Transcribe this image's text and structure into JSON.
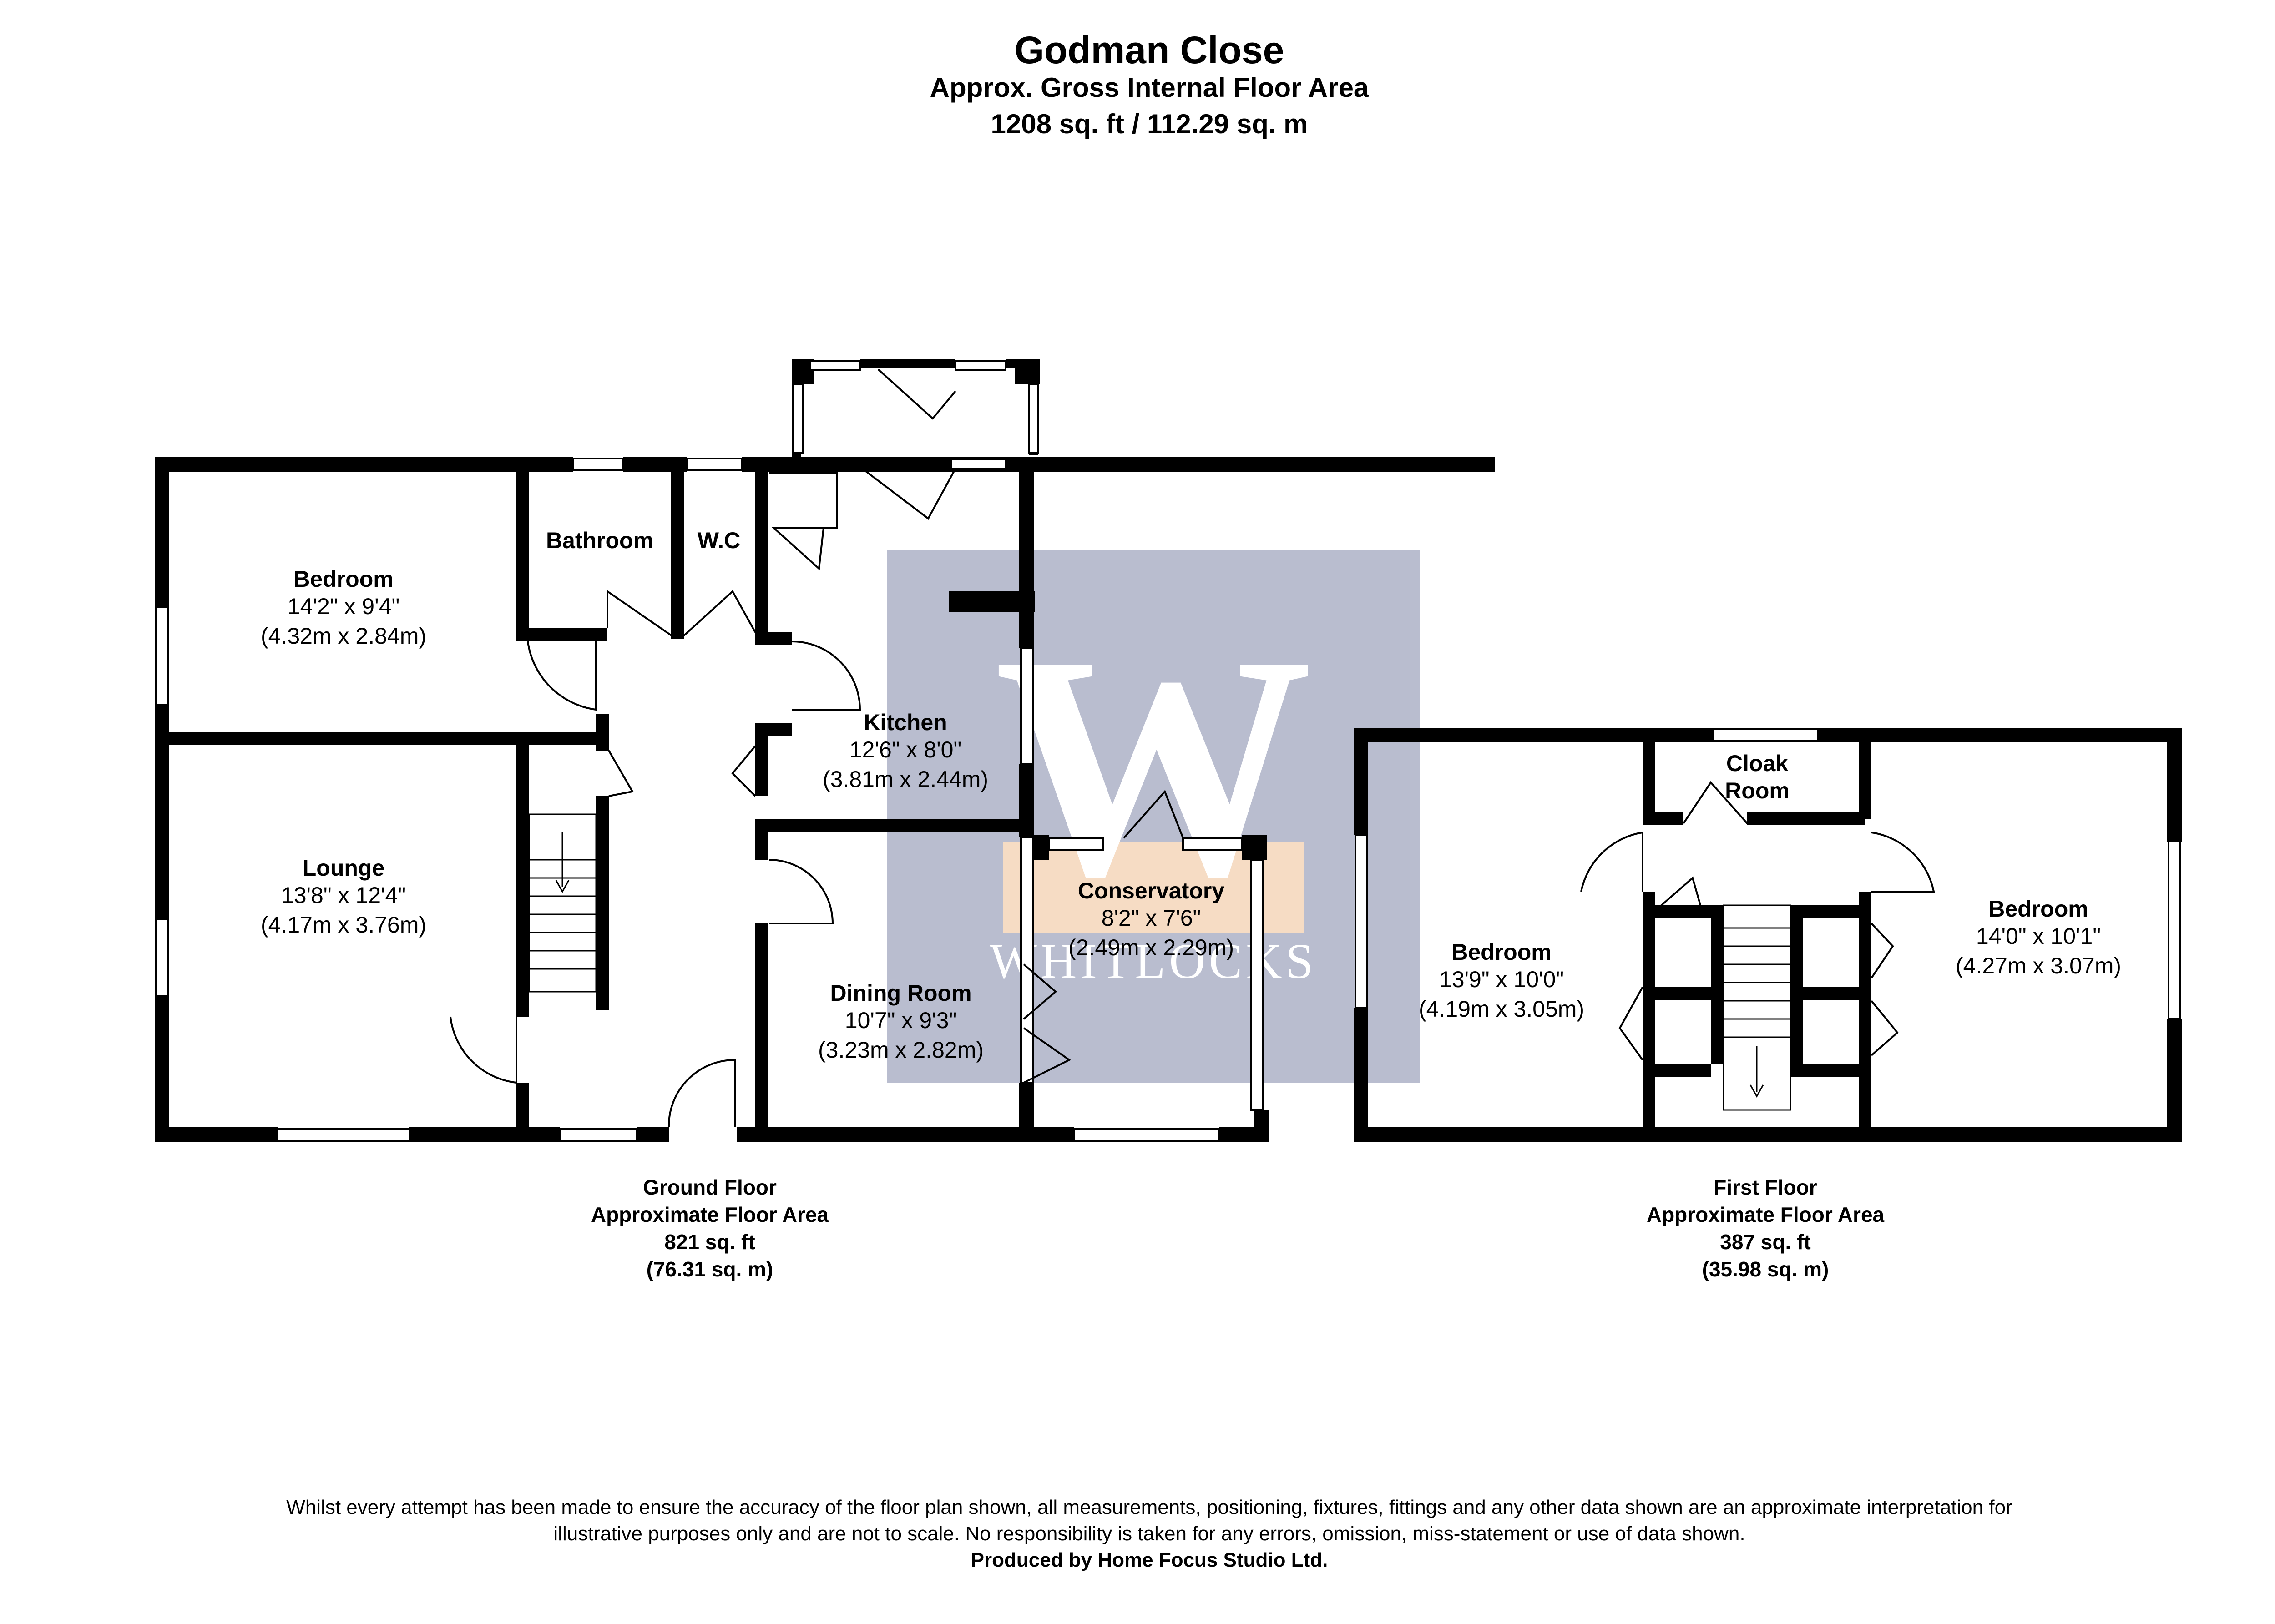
{
  "header": {
    "title": "Godman Close",
    "subtitle": "Approx. Gross Internal Floor Area",
    "total_area": "1208 sq. ft / 112.29 sq. m"
  },
  "watermark": {
    "letter": "W",
    "text": "WHITLOCKS",
    "color": "#b9bdcf",
    "accent": "#f6dcc4"
  },
  "ground_floor": {
    "label_line1": "Ground Floor",
    "label_line2": "Approximate Floor Area",
    "label_line3": "821 sq. ft",
    "label_line4": "(76.31 sq. m)",
    "rooms": {
      "bedroom": {
        "name": "Bedroom",
        "imperial": "14'2\" x 9'4\"",
        "metric": "(4.32m x 2.84m)"
      },
      "bathroom": {
        "name": "Bathroom"
      },
      "wc": {
        "name": "W.C"
      },
      "kitchen": {
        "name": "Kitchen",
        "imperial": "12'6\" x 8'0\"",
        "metric": "(3.81m x 2.44m)"
      },
      "lounge": {
        "name": "Lounge",
        "imperial": "13'8\" x 12'4\"",
        "metric": "(4.17m x 3.76m)"
      },
      "conservatory": {
        "name": "Conservatory",
        "imperial": "8'2\" x 7'6\"",
        "metric": "(2.49m x 2.29m)"
      },
      "dining": {
        "name": "Dining Room",
        "imperial": "10'7\" x 9'3\"",
        "metric": "(3.23m x 2.82m)"
      }
    }
  },
  "first_floor": {
    "label_line1": "First Floor",
    "label_line2": "Approximate Floor Area",
    "label_line3": "387 sq. ft",
    "label_line4": "(35.98 sq. m)",
    "rooms": {
      "cloak": {
        "name_line1": "Cloak",
        "name_line2": "Room"
      },
      "bedroom_left": {
        "name": "Bedroom",
        "imperial": "13'9\" x 10'0\"",
        "metric": "(4.19m x 3.05m)"
      },
      "bedroom_right": {
        "name": "Bedroom",
        "imperial": "14'0\" x 10'1\"",
        "metric": "(4.27m x 3.07m)"
      }
    }
  },
  "footer": {
    "disclaimer_line1": "Whilst every attempt has been made to ensure the accuracy of the floor plan shown, all measurements, positioning, fixtures, fittings and any other data shown are an approximate interpretation for",
    "disclaimer_line2": "illustrative purposes only  and are not to scale. No responsibility is taken for any errors, omission, miss-statement or use of data shown.",
    "producer": "Produced by Home Focus Studio Ltd."
  }
}
